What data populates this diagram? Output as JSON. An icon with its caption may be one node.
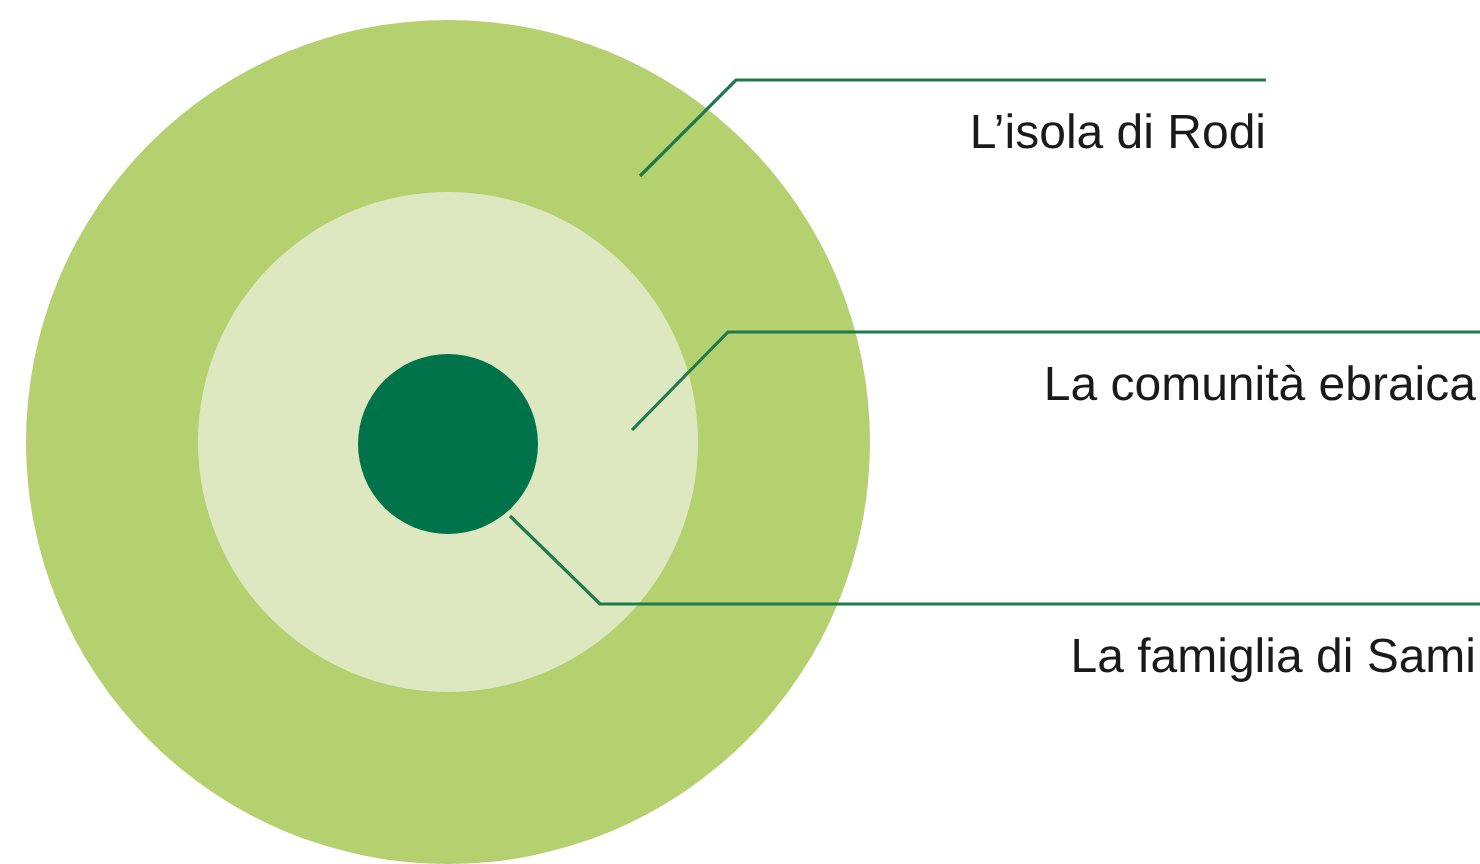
{
  "diagram": {
    "nodes": [
      {
        "text": [],
        "shape": "circle"
      },
      {
        "text": [],
        "shape": "circle",
        "in": 0
      },
      {
        "text": [],
        "shape": "circle",
        "in": 1
      },
      {
        "text": [
          "L’isola di Rodi"
        ]
      },
      {
        "text": [
          "La comunità ebraica"
        ]
      },
      {
        "text": [
          "La famiglia di Sami"
        ]
      }
    ],
    "edges": [
      {
        "from": 3,
        "to": 0,
        "arrow": "none"
      },
      {
        "from": 4,
        "to": 1,
        "arrow": "none"
      },
      {
        "from": 5,
        "to": 2,
        "arrow": "none"
      }
    ]
  }
}
